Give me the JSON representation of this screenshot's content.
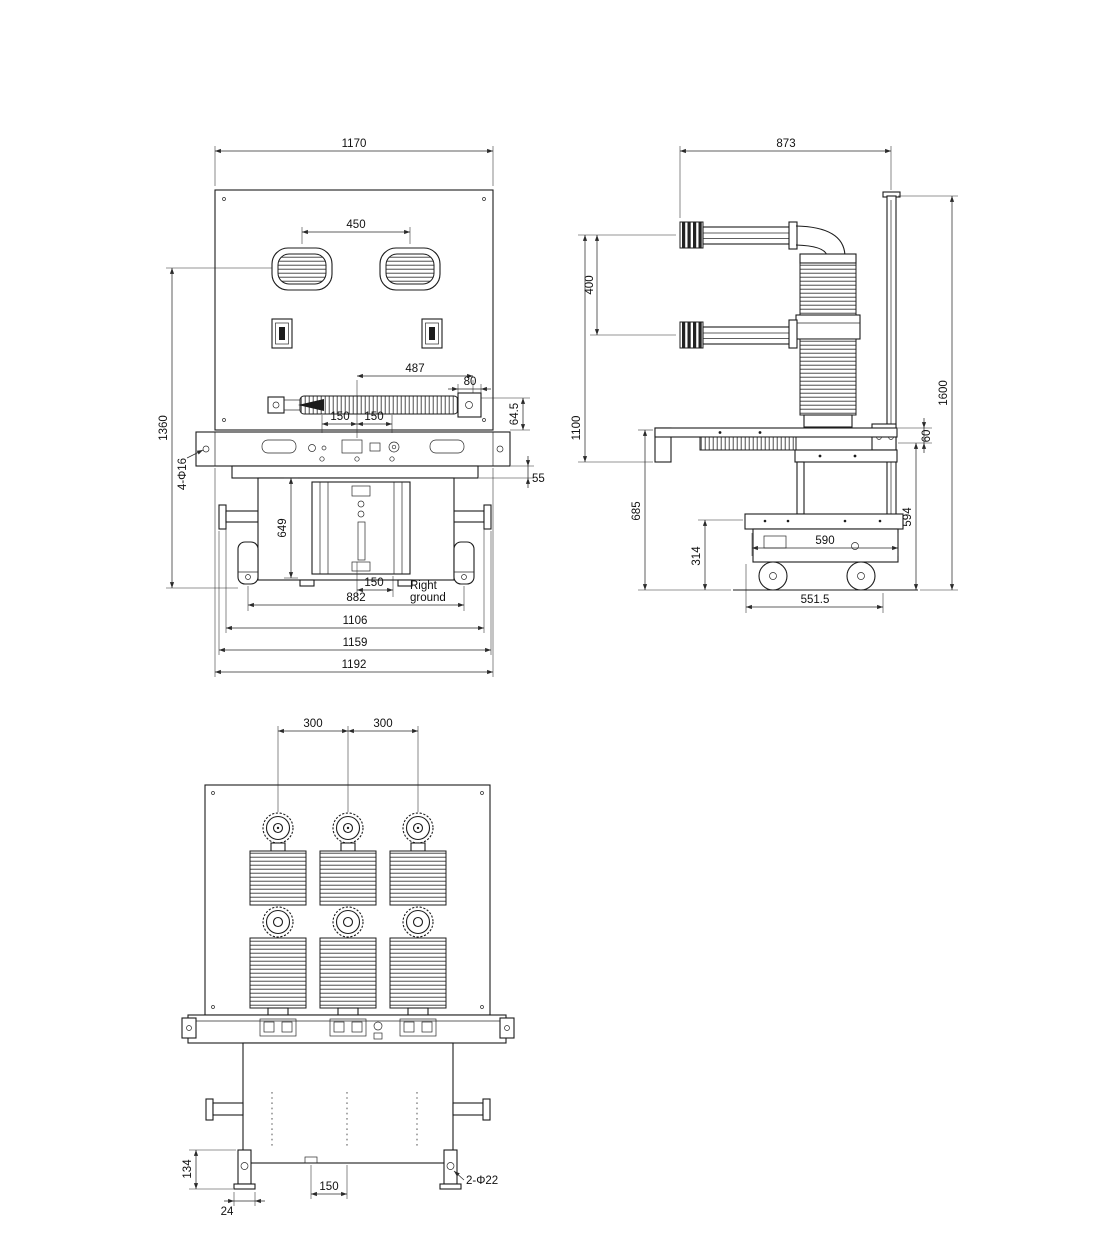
{
  "meta": {
    "background": "#ffffff",
    "line_color": "#1c1c1c"
  },
  "front": {
    "d1170": "1170",
    "d450": "450",
    "d487": "487",
    "d80": "80",
    "d64_5": "64.5",
    "d150_left": "150",
    "d150_right": "150",
    "d1360": "1360",
    "bolt_holes": "4-Φ16",
    "d649": "649",
    "d55": "55",
    "d150_bottom": "150",
    "ground_label_1": "Right",
    "ground_label_2": "ground",
    "d882": "882",
    "d1106": "1106",
    "d1159": "1159",
    "d1192": "1192"
  },
  "side": {
    "d873": "873",
    "d400": "400",
    "d1100": "1100",
    "d685": "685",
    "d314": "314",
    "d590": "590",
    "d551_5": "551.5",
    "d60": "60",
    "d594": "594",
    "d1600": "1600"
  },
  "rear": {
    "d300_left": "300",
    "d300_right": "300",
    "d134": "134",
    "d24": "24",
    "d150": "150",
    "bolt_holes": "2-Φ22"
  }
}
